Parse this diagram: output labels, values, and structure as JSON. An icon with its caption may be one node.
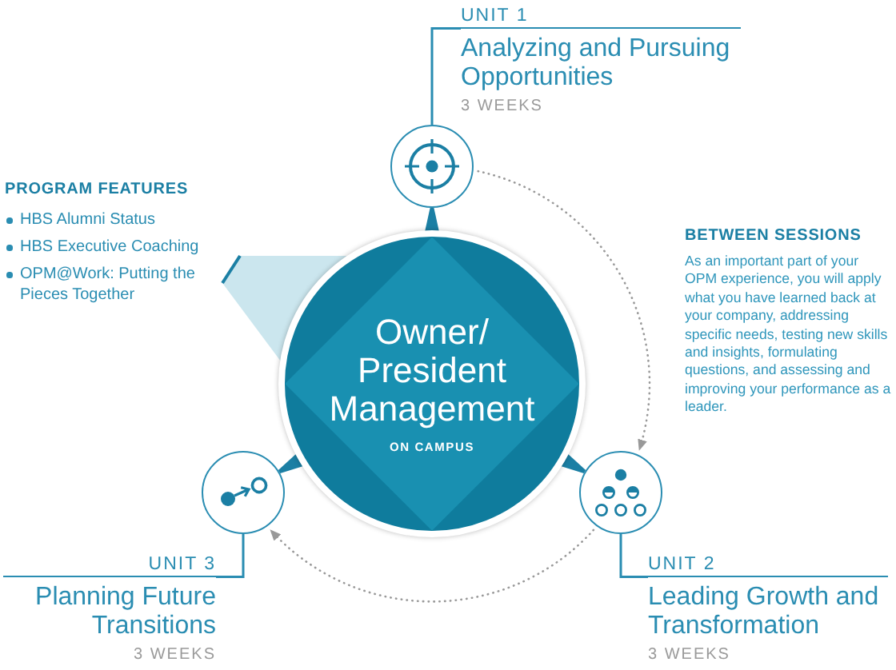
{
  "diagram": {
    "nodes": [
      {
        "text": [
          "UNIT 1",
          "Analyzing and Pursuing Opportunities",
          "3 WEEKS"
        ]
      },
      {
        "text": [],
        "shape": "circle"
      },
      {
        "text": [
          "Owner/ President Management",
          "ON CAMPUS"
        ]
      },
      {
        "text": [],
        "shape": "circle"
      },
      {
        "text": [],
        "shape": "circle"
      },
      {
        "text": [
          "UNIT 3",
          "Planning Future Transitions",
          "3 WEEKS"
        ]
      },
      {
        "text": [
          "UNIT 2",
          "Leading Growth and Transformation",
          "3 WEEKS"
        ]
      }
    ],
    "edges": [
      {
        "from": 1,
        "to": 0,
        "arrow": "none"
      },
      {
        "from": 3,
        "to": 5,
        "arrow": "none"
      },
      {
        "from": 4,
        "to": 6,
        "arrow": "none"
      },
      {
        "from": 2,
        "to": 1,
        "arrow": "none",
        "style": "thick"
      },
      {
        "from": 2,
        "to": 4,
        "arrow": "none",
        "style": "thick"
      },
      {
        "from": 2,
        "to": 3,
        "arrow": "none",
        "style": "thick"
      },
      {
        "from": 1,
        "to": 4,
        "arrow": "to",
        "style": "dashed",
        "color": "#999999"
      },
      {
        "from": 4,
        "to": 3,
        "arrow": "to",
        "style": "dashed",
        "color": "#999999"
      }
    ],
    "labels": [
      "PROGRAM FEATURES",
      "HBS Alumni Status",
      "HBS Executive Coaching",
      "OPM@Work: Putting the Pieces Together",
      "BETWEEN SESSIONS",
      "As an important part of your OPM experience, you will apply what you have learned back at your company, addressing specific needs, testing new skills and insights, formulating questions, and assessing and improving your performance as a leader."
    ]
  }
}
